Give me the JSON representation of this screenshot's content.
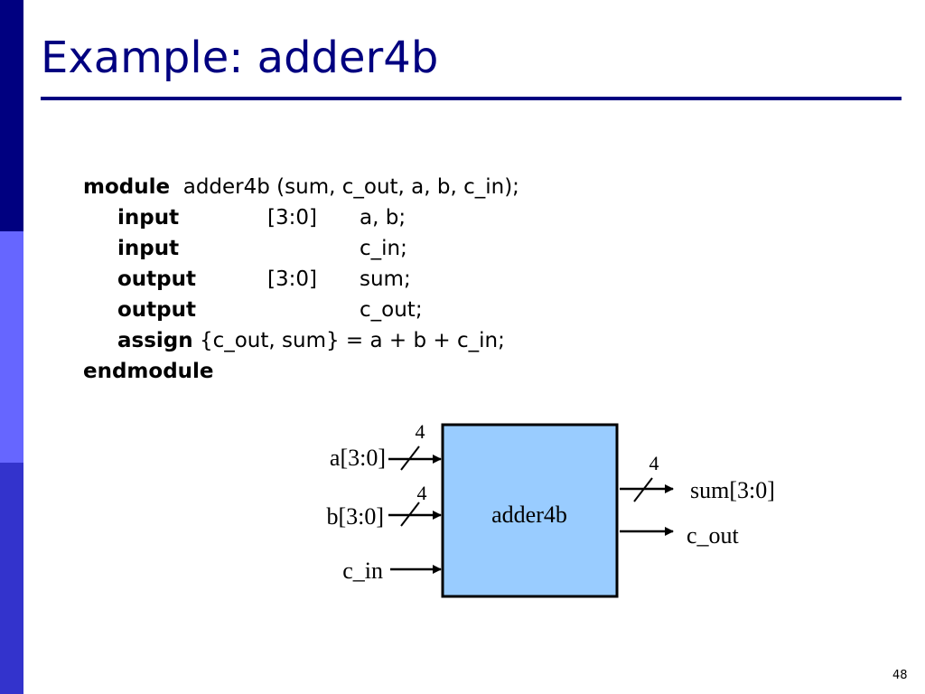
{
  "slide": {
    "title": "Example: adder4b",
    "page_number": "48"
  },
  "code": {
    "line1_kw": "module",
    "line1_text": "adder4b (sum, c_out, a, b, c_in);",
    "line2_kw": "input",
    "line2_range": "[3:0]",
    "line2_sig": "a, b;",
    "line3_kw": "input",
    "line3_sig": "c_in;",
    "line4_kw": "output",
    "line4_range": "[3:0]",
    "line4_sig": "sum;",
    "line5_kw": "output",
    "line5_sig": "c_out;",
    "line6_kw": "assign",
    "line6_text": "{c_out, sum} = a + b + c_in;",
    "line7_kw": "endmodule"
  },
  "diagram": {
    "block_label": "adder4b",
    "block_fill": "#99ccff",
    "inputs": {
      "a": "a[3:0]",
      "b": "b[3:0]",
      "c_in": "c_in"
    },
    "outputs": {
      "sum": "sum[3:0]",
      "c_out": "c_out"
    },
    "bus_width_a": "4",
    "bus_width_b": "4",
    "bus_width_sum": "4"
  }
}
